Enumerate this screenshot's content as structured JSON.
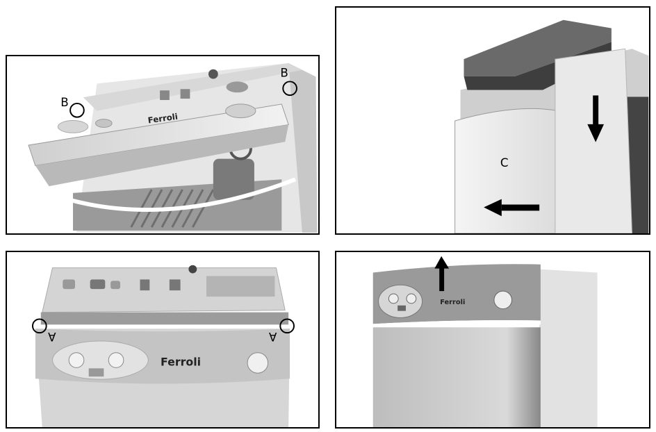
{
  "panels": {
    "top_left": {
      "labels": {
        "b1": "B",
        "b2": "B"
      },
      "brand": "Ferroli"
    },
    "top_right": {
      "labels": {
        "c": "C"
      }
    },
    "bottom_left": {
      "labels": {
        "a1": "A",
        "a2": "A"
      },
      "brand": "Ferroli"
    },
    "bottom_right": {
      "brand": "Ferroli"
    }
  },
  "colors": {
    "border": "#000000",
    "casing_light": "#e4e4e4",
    "casing_mid": "#bdbdbd",
    "panel_dark": "#8a8a8a"
  }
}
